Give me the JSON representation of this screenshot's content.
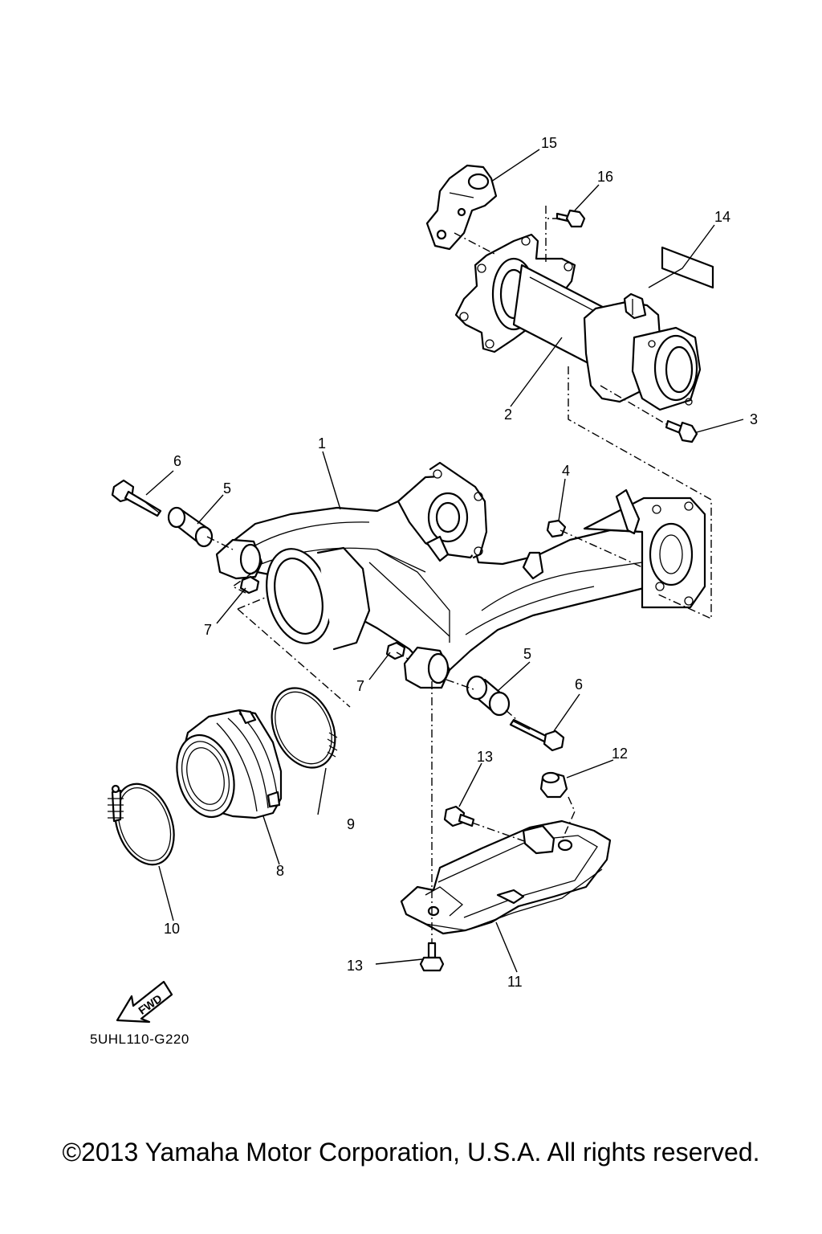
{
  "diagram": {
    "callouts": {
      "c1": "1",
      "c2": "2",
      "c3": "3",
      "c4": "4",
      "c5a": "5",
      "c5b": "5",
      "c6a": "6",
      "c6b": "6",
      "c7a": "7",
      "c7b": "7",
      "c8": "8",
      "c9": "9",
      "c10": "10",
      "c11": "11",
      "c12": "12",
      "c13a": "13",
      "c13b": "13",
      "c14": "14",
      "c15": "15",
      "c16": "16"
    },
    "fwd_label": "FWD",
    "drawing_code": "5UHL110-G220"
  },
  "footer": {
    "copyright": "©2013 Yamaha Motor Corporation, U.S.A. All rights reserved."
  }
}
